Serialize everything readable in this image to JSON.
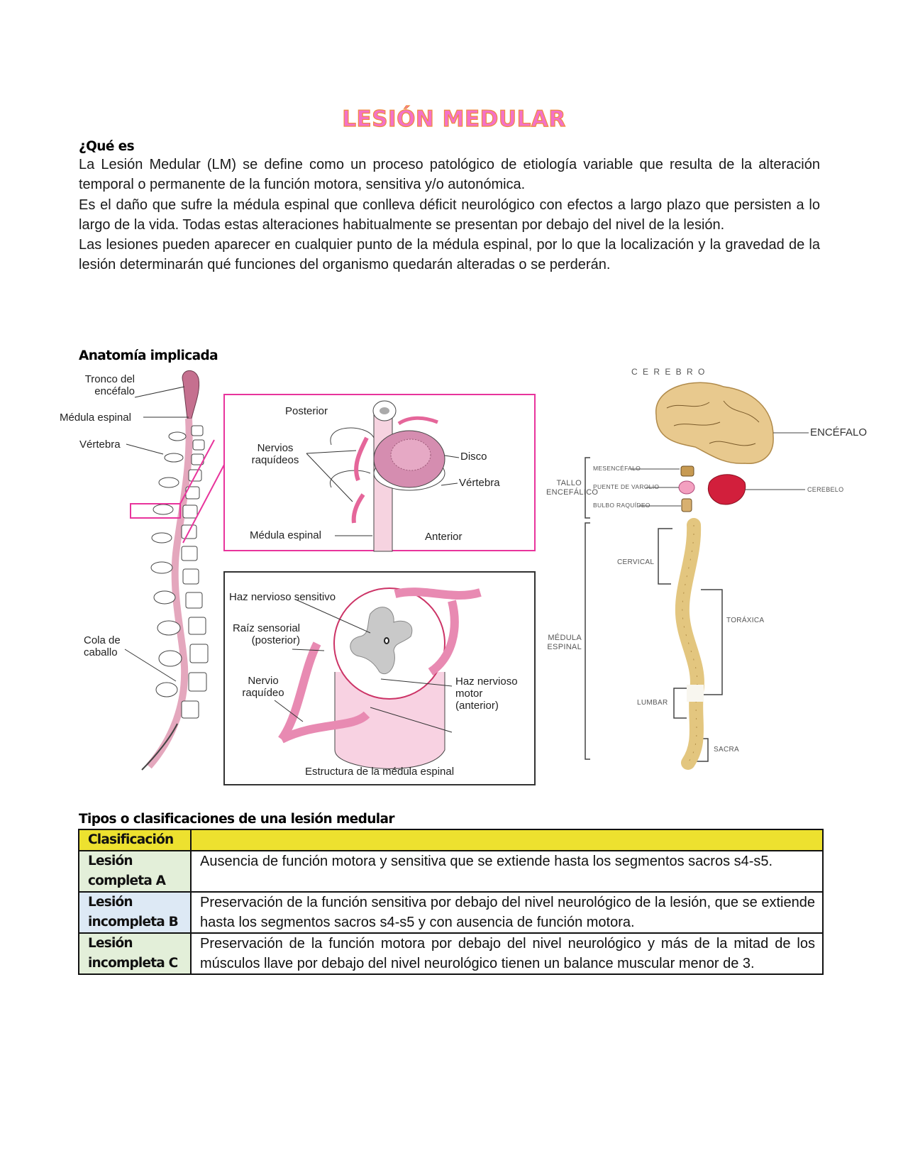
{
  "document": {
    "title": "LESIÓN MEDULAR",
    "colors": {
      "title_fill": "#f472c8",
      "title_outline": "#f08a3c",
      "frame_pink": "#e8349c",
      "table_header": "#ede12f",
      "row_green": "#e3efd9",
      "row_blue": "#dde9f5"
    }
  },
  "que_es": {
    "heading": "¿Qué es",
    "paragraphs": [
      "La Lesión Medular (LM) se define como un proceso patológico de etiología variable que resulta de la alteración temporal o permanente de la función motora, sensitiva y/o autonómica.",
      "Es el daño que sufre la médula espinal que conlleva déficit neurológico con efectos a largo plazo que persisten a lo largo de la vida. Todas estas alteraciones habitualmente se presentan por debajo del nivel de la lesión.",
      "Las lesiones pueden aparecer en cualquier punto de la médula espinal, por lo que la localización y la gravedad de la lesión determinarán qué funciones del organismo quedarán alteradas o se perderán."
    ]
  },
  "anatomia": {
    "heading": "Anatomía implicada",
    "spine_figure": {
      "labels": [
        "Tronco del encéfalo",
        "Médula espinal",
        "Vértebra",
        "Cola de caballo"
      ]
    },
    "vertebra_detail": {
      "labels": [
        "Posterior",
        "Nervios raquídeos",
        "Disco",
        "Vértebra",
        "Médula espinal",
        "Anterior"
      ]
    },
    "cord_structure": {
      "labels": [
        "Haz nervioso sensitivo",
        "Raíz sensorial (posterior)",
        "Nervio raquídeo",
        "Haz nervioso motor (anterior)"
      ],
      "caption": "Estructura de la médula espinal"
    },
    "brain_figure": {
      "title": "C E R E B R O",
      "encefalo": "ENCÉFALO",
      "tallo": "TALLO ENCEFÁLICO",
      "tallo_parts": [
        "MESENCÉFALO",
        "PUENTE DE VAROLIO",
        "BULBO RAQUÍDEO"
      ],
      "cerebelo": "CEREBELO",
      "medula": "MÉDULA ESPINAL",
      "regions": [
        "CERVICAL",
        "TORÁXICA",
        "LUMBAR",
        "SACRA"
      ]
    }
  },
  "tipos": {
    "heading": "Tipos o clasificaciones de una lesión medular",
    "table": {
      "header": [
        "Clasificación",
        ""
      ],
      "rows": [
        {
          "key": "Lesión completa A",
          "value": "Ausencia de función motora y sensitiva que se extiende hasta los segmentos sacros s4-s5.",
          "color": "#e3efd9"
        },
        {
          "key": "Lesión incompleta B",
          "value": "Preservación de la función sensitiva por debajo del nivel neurológico de la lesión, que se extiende hasta los segmentos sacros s4-s5 y con ausencia de función motora.",
          "color": "#dde9f5"
        },
        {
          "key": "Lesión incompleta C",
          "value": "Preservación de la función motora por debajo del nivel neurológico y más de la mitad de los músculos llave por debajo del nivel neurológico tienen un balance muscular menor de 3.",
          "color": "#e3efd9"
        }
      ]
    }
  }
}
